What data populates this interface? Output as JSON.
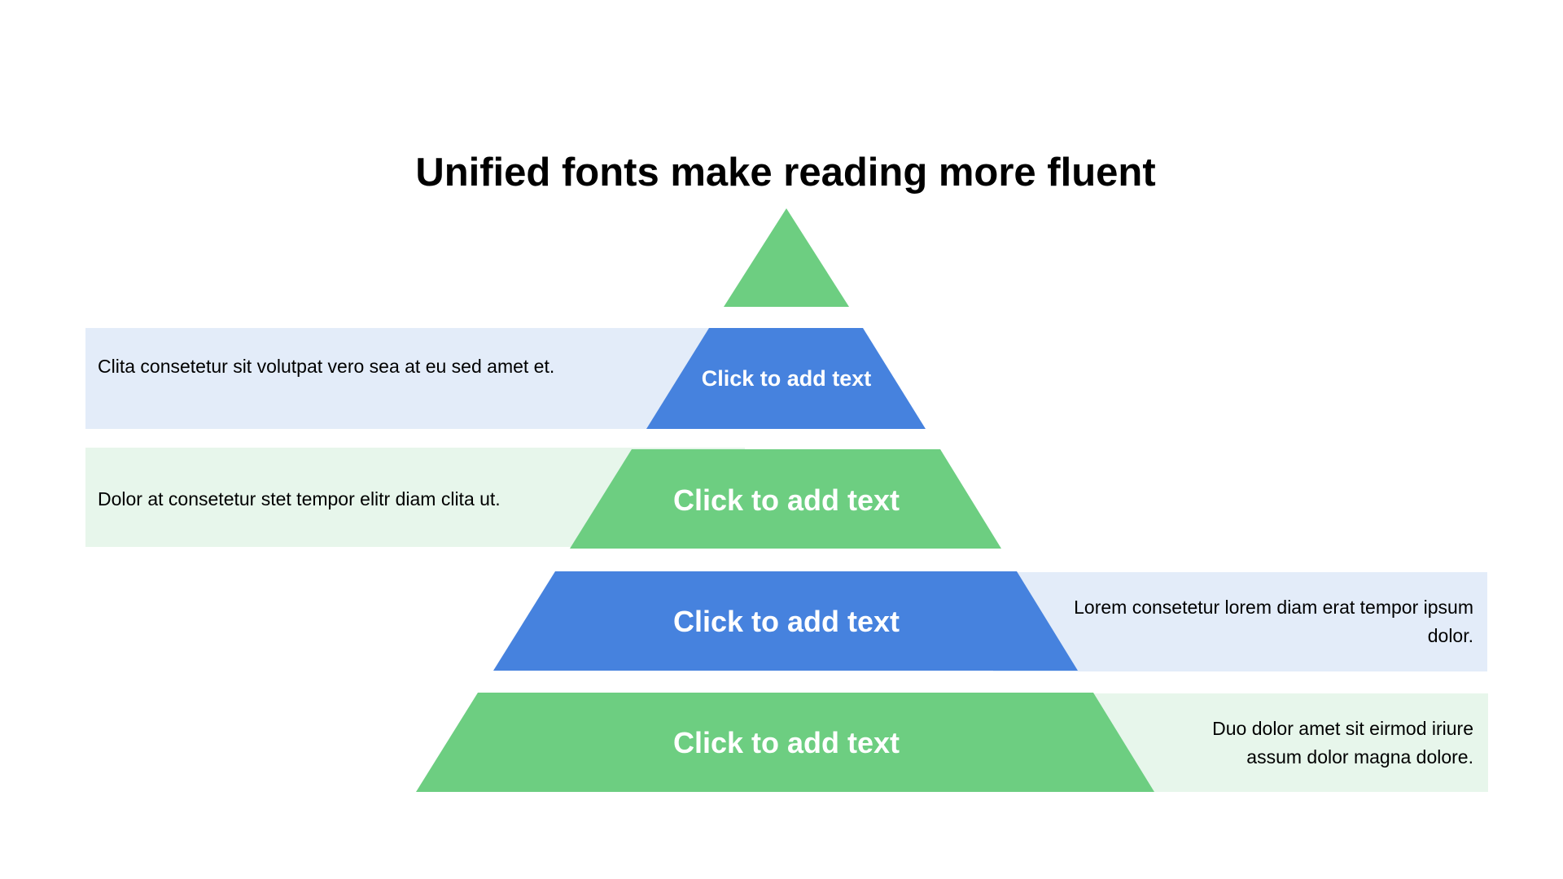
{
  "title": "Unified fonts make reading more fluent",
  "colors": {
    "green": "#6DCE81",
    "blue": "#4682DE",
    "light_blue": "#E3ECF9",
    "light_green": "#E7F6EB",
    "label_text": "#FFFFFF"
  },
  "levels": [
    {
      "label": "",
      "color": "green"
    },
    {
      "label": "Click to add text",
      "color": "blue",
      "note": "Clita consetetur sit volutpat vero sea at eu sed amet et."
    },
    {
      "label": "Click to add text",
      "color": "green",
      "note": "Dolor at consetetur stet tempor elitr diam clita ut."
    },
    {
      "label": "Click to add text",
      "color": "blue",
      "note": "Lorem consetetur lorem diam erat tempor ipsum dolor."
    },
    {
      "label": "Click to add text",
      "color": "green",
      "note": "Duo dolor amet sit eirmod iriure assum dolor magna dolore."
    }
  ]
}
